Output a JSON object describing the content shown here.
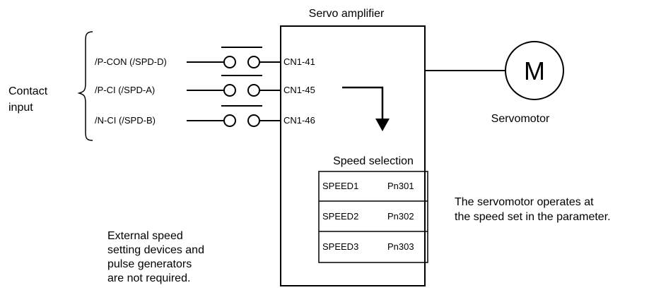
{
  "amplifier": {
    "title": "Servo amplifier"
  },
  "contact": {
    "label_line1": "Contact",
    "label_line2": "input"
  },
  "inputs": [
    {
      "signal": "/P-CON (/SPD-D)",
      "terminal": "CN1-41"
    },
    {
      "signal": "/P-CI (/SPD-A)",
      "terminal": "CN1-45"
    },
    {
      "signal": "/N-CI (/SPD-B)",
      "terminal": "CN1-46"
    }
  ],
  "speed_selection": {
    "title": "Speed selection",
    "rows": [
      {
        "name": "SPEED1",
        "param": "Pn301"
      },
      {
        "name": "SPEED2",
        "param": "Pn302"
      },
      {
        "name": "SPEED3",
        "param": "Pn303"
      }
    ]
  },
  "motor": {
    "symbol": "M",
    "label": "Servomotor"
  },
  "note_right": {
    "line1": "The servomotor operates at",
    "line2": "the speed set in the parameter."
  },
  "note_bottom": {
    "line1": "External speed",
    "line2": "setting devices and",
    "line3": "pulse generators",
    "line4": "are not required."
  }
}
